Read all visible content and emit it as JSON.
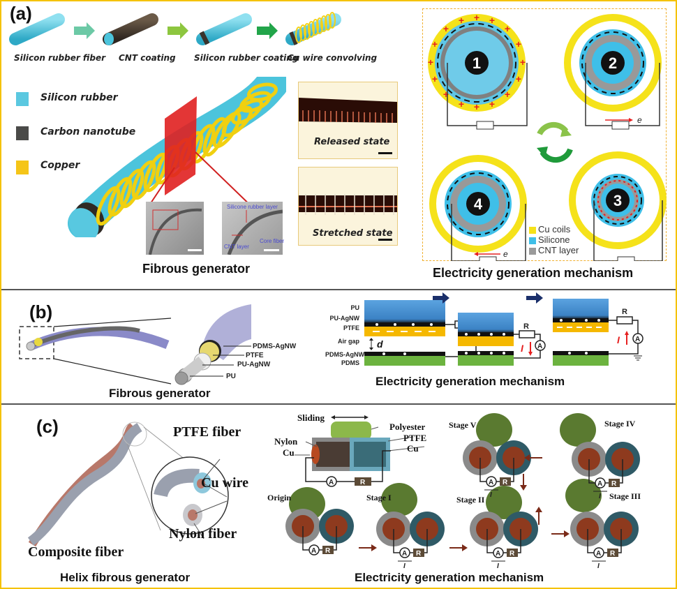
{
  "panel_a": {
    "label": "(a)",
    "process_steps": [
      {
        "label": "Silicon rubber fiber"
      },
      {
        "label": "CNT coating"
      },
      {
        "label": "Silicon rubber coating"
      },
      {
        "label": "Cu wire convolving"
      }
    ],
    "legend": [
      {
        "label": "Silicon rubber",
        "color": "#5bc8e0"
      },
      {
        "label": "Carbon nanotube",
        "color": "#4a4a48"
      },
      {
        "label": "Copper",
        "color": "#f5c518"
      }
    ],
    "sem_labels": {
      "silicone_layer": "Silicone rubber layer",
      "cnt_layer": "CNT layer",
      "core_fiber": "Core fiber"
    },
    "photos": [
      {
        "label": "Released state"
      },
      {
        "label": "Stretched state"
      }
    ],
    "caption_left": "Fibrous generator",
    "mechanism": {
      "stages": [
        {
          "number": "1"
        },
        {
          "number": "2"
        },
        {
          "number": "3"
        },
        {
          "number": "4"
        }
      ],
      "electron_label": "e",
      "legend": [
        {
          "label": "Cu coils",
          "color": "#f5e21a"
        },
        {
          "label": "Silicone",
          "color": "#3fbfe8"
        },
        {
          "label": "CNT layer",
          "color": "#9a9a9a"
        }
      ]
    },
    "caption_right": "Electricity generation mechanism"
  },
  "panel_b": {
    "label": "(b)",
    "layers": [
      "PDMS-AgNW",
      "PTFE",
      "PU-AgNW",
      "PU"
    ],
    "caption_left": "Fibrous generator",
    "mechanism_labels": [
      "PU",
      "PU-AgNW",
      "PTFE",
      "Air gap",
      "PDMS-AgNW",
      "PDMS"
    ],
    "gap_symbol": "d",
    "resistor_label": "R",
    "ammeter_label": "A",
    "current_label": "I",
    "caption_right": "Electricity generation mechanism"
  },
  "panel_c": {
    "label": "(c)",
    "fiber_labels": {
      "ptfe": "PTFE fiber",
      "cu": "Cu wire",
      "nylon": "Nylon fiber",
      "composite": "Composite fiber"
    },
    "schematic_labels": {
      "sliding": "Sliding",
      "polyester": "Polyester",
      "nylon": "Nylon",
      "cu_left": "Cu",
      "ptfe": "PTFE",
      "cu_right": "Cu"
    },
    "stages": [
      "Origin",
      "Stage I",
      "Stage II",
      "Stage III",
      "Stage IV",
      "Stage V"
    ],
    "resistor_label": "R",
    "ammeter_label": "A",
    "current_label": "I",
    "caption_left": "Helix fibrous generator",
    "caption_right": "Electricity generation mechanism"
  }
}
